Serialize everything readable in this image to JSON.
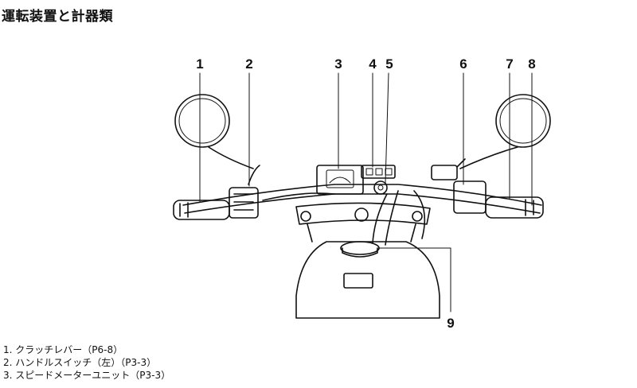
{
  "page": {
    "title": "運転装置と計器類"
  },
  "figure": {
    "callouts": [
      "1",
      "2",
      "3",
      "4",
      "5",
      "6",
      "7",
      "8",
      "9"
    ]
  },
  "legend": {
    "items": [
      "1. クラッチレバー（P6-8）",
      "2. ハンドルスイッチ（左）（P3-3）",
      "3. スピードメーターユニット（P3-3）"
    ]
  }
}
